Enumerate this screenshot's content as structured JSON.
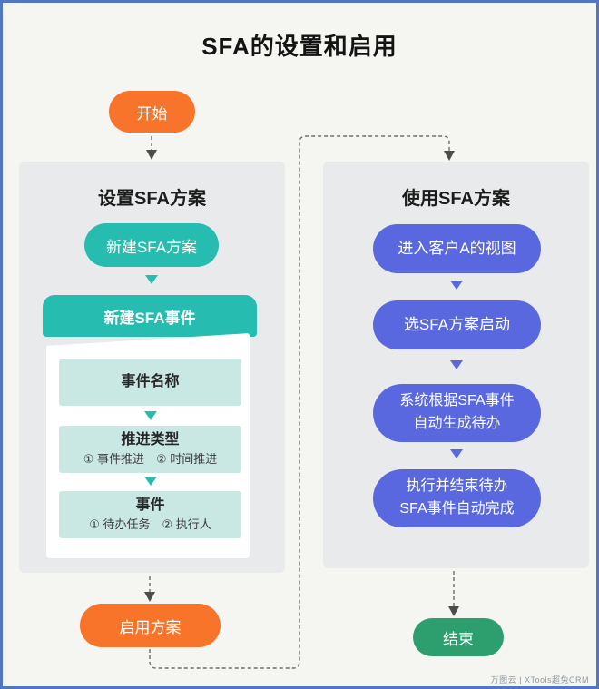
{
  "page_title": "SFA的设置和启用",
  "colors": {
    "orange": "#f7742a",
    "teal": "#26bcb0",
    "teal_light": "#c9e8e4",
    "blue": "#5a68e0",
    "green": "#2d9e6d",
    "panel_bg": "#e9eaeb",
    "page_bg": "#f5f6f2",
    "border_blue": "#5077c2",
    "dashed_line": "#6e6e6e",
    "arrowhead": "#4d4d4d"
  },
  "start_node": {
    "label": "开始"
  },
  "left_panel": {
    "title": "设置SFA方案",
    "new_plan_pill": "新建SFA方案",
    "card_header": "新建SFA事件",
    "steps": [
      {
        "title": "事件名称",
        "sub": ""
      },
      {
        "title": "推进类型",
        "sub": "① 事件推进　② 时间推进"
      },
      {
        "title": "事件",
        "sub": "① 待办任务　② 执行人"
      }
    ]
  },
  "enable_node": {
    "label": "启用方案"
  },
  "right_panel": {
    "title": "使用SFA方案",
    "steps": [
      {
        "text": "进入客户A的视图"
      },
      {
        "text": "选SFA方案启动"
      },
      {
        "text": "系统根据SFA事件\n自动生成待办"
      },
      {
        "text": "执行并结束待办\nSFA事件自动完成"
      }
    ]
  },
  "end_node": {
    "label": "结束"
  },
  "watermark": "万图云 | XTools超兔CRM"
}
